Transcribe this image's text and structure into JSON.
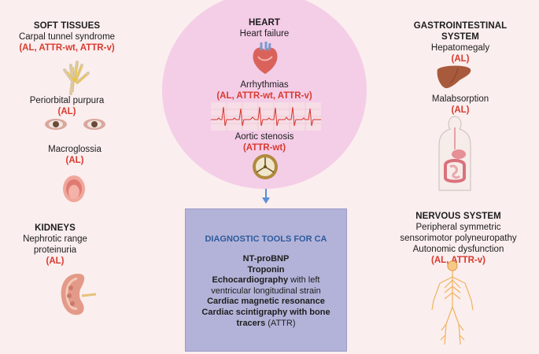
{
  "soft_tissues": {
    "heading": "SOFT TISSUES",
    "carpal": "Carpal tunnel syndrome",
    "carpal_types": "(AL, ATTR-wt, ATTR-v)",
    "purpura": "Periorbital purpura",
    "purpura_types": "(AL)",
    "macro": "Macroglossia",
    "macro_types": "(AL)"
  },
  "kidneys": {
    "heading": "KIDNEYS",
    "line1": "Nephrotic range",
    "line2": "proteinuria",
    "types": "(AL)"
  },
  "heart": {
    "heading": "HEART",
    "failure": "Heart failure",
    "arrhythmias": "Arrhythmias",
    "arrhythmias_types": "(AL, ATTR-wt, ATTR-v)",
    "stenosis": "Aortic stenosis",
    "stenosis_types": "(ATTR-wt)"
  },
  "gi": {
    "heading1": "GASTROINTESTINAL",
    "heading2": "SYSTEM",
    "hepato": "Hepatomegaly",
    "hepato_types": "(AL)",
    "malab": "Malabsorption",
    "malab_types": "(AL)"
  },
  "nervous": {
    "heading": "NERVOUS SYSTEM",
    "line1": "Peripheral symmetric",
    "line2": "sensorimotor polyneuropathy",
    "line3": "Autonomic dysfunction",
    "types": "(AL, ATTR-v)"
  },
  "diagnostic": {
    "title": "DIAGNOSTIC TOOLS FOR CA",
    "item1": "NT-proBNP",
    "item2": "Troponin",
    "item3_bold": "Echocardiography",
    "item3_rest": " with left",
    "item3_line2": "ventricular longitudinal strain",
    "item4": "Cardiac magnetic resonance",
    "item5_line1": "Cardiac scintigraphy with bone",
    "item5_bold2": "tracers",
    "item5_rest": " (ATTR)"
  },
  "colors": {
    "background": "#fbeeee",
    "heart_circle": "#f4cde7",
    "diagnostic_box": "#b3b3d9",
    "accent_red": "#d83a2f",
    "title_blue": "#2e5b9c",
    "arrow_blue": "#5b8fd6"
  },
  "icons": [
    "hand-nerve-icon",
    "eye-icon",
    "tongue-icon",
    "kidney-icon",
    "heart-anatomy-icon",
    "ecg-trace-icon",
    "aortic-valve-icon",
    "liver-icon",
    "digestive-tract-icon",
    "nervous-system-icon",
    "down-arrow-icon"
  ]
}
